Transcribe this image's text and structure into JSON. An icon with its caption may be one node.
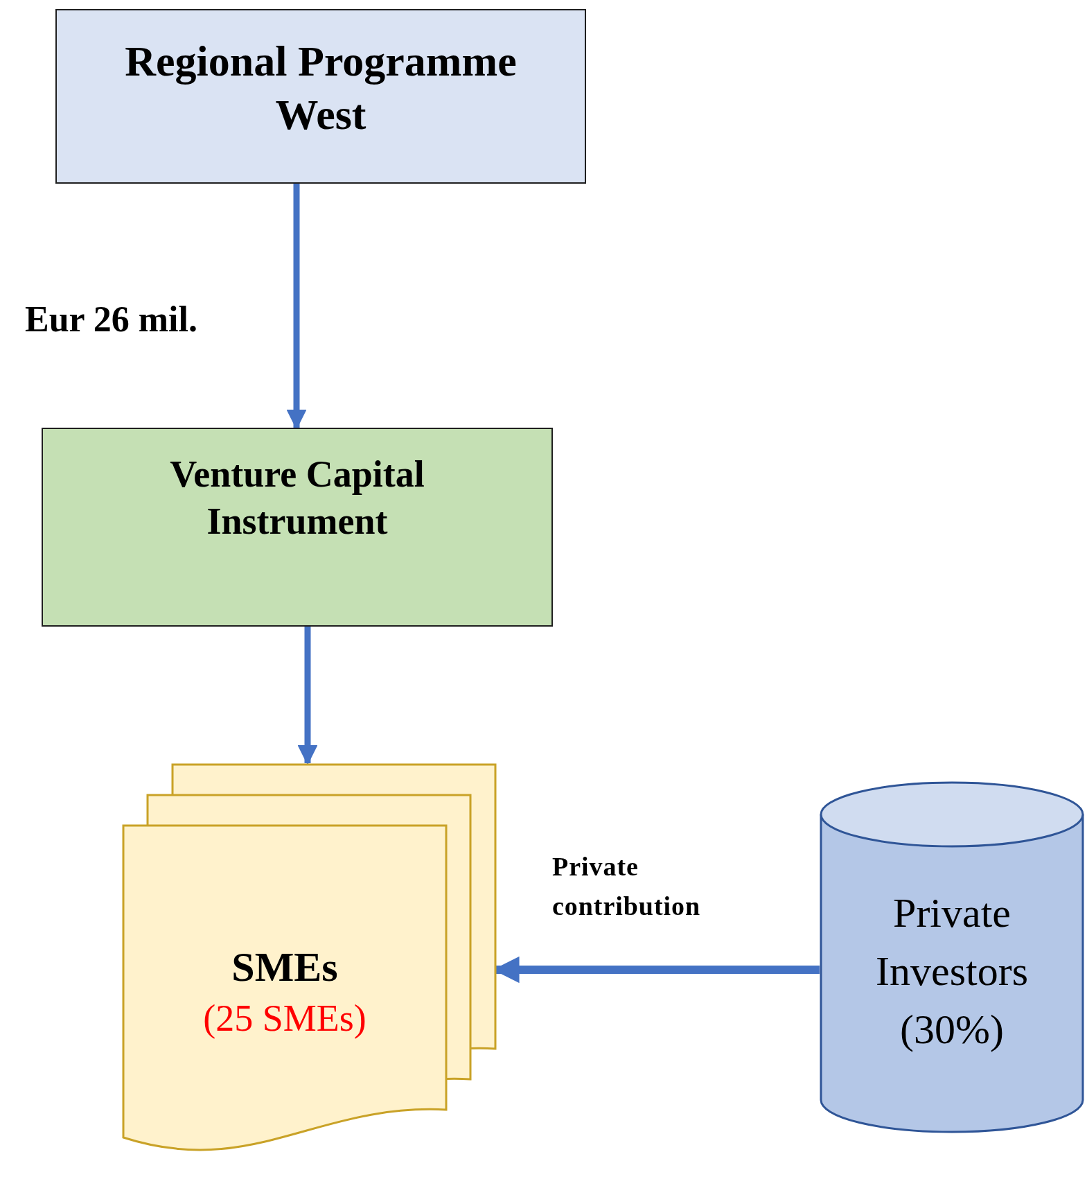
{
  "diagram": {
    "nodes": [
      {
        "text": [
          "Regional Programme West"
        ]
      },
      {
        "text": [
          "Venture Capital Instrument"
        ]
      },
      {
        "text": [
          "SMEs",
          "(25 SMEs)"
        ]
      },
      {
        "text": [
          "Private Investors (30%)"
        ]
      }
    ],
    "edges": [
      {
        "from": 0,
        "to": 1,
        "arrow": "to"
      },
      {
        "from": 1,
        "to": 2,
        "arrow": "to"
      },
      {
        "from": 3,
        "to": 2,
        "arrow": "to",
        "label": "Private contribution"
      }
    ],
    "labels": [
      "Eur 26 mil."
    ]
  }
}
